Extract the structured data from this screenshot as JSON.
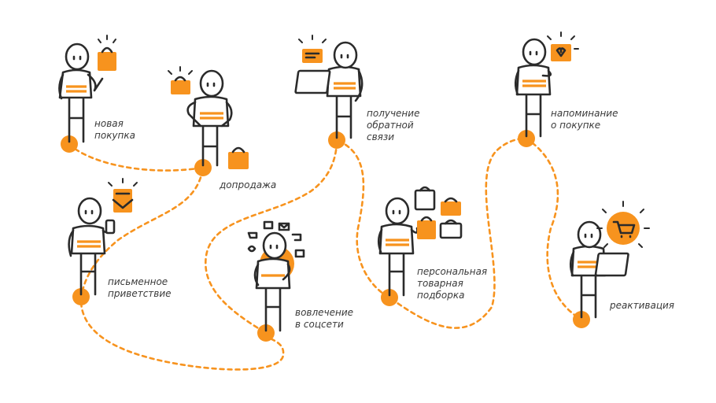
{
  "colors": {
    "accent": "#f7931e",
    "line": "#2b2b2b",
    "text": "#3a3a3a"
  },
  "stages": [
    {
      "id": "new-purchase",
      "lines": [
        "новая",
        "покупка"
      ]
    },
    {
      "id": "upsell",
      "lines": [
        "допродажа"
      ]
    },
    {
      "id": "welcome-letter",
      "lines": [
        "письменное",
        "приветствие"
      ]
    },
    {
      "id": "social-engagement",
      "lines": [
        "вовлечение",
        "в соцсети"
      ]
    },
    {
      "id": "feedback",
      "lines": [
        "получение",
        "обратной",
        "связи"
      ]
    },
    {
      "id": "personal-picks",
      "lines": [
        "персональная",
        "товарная",
        "подборка"
      ]
    },
    {
      "id": "purchase-reminder",
      "lines": [
        "напоминание",
        "о покупке"
      ]
    },
    {
      "id": "reactivation",
      "lines": [
        "реактивация"
      ]
    }
  ]
}
